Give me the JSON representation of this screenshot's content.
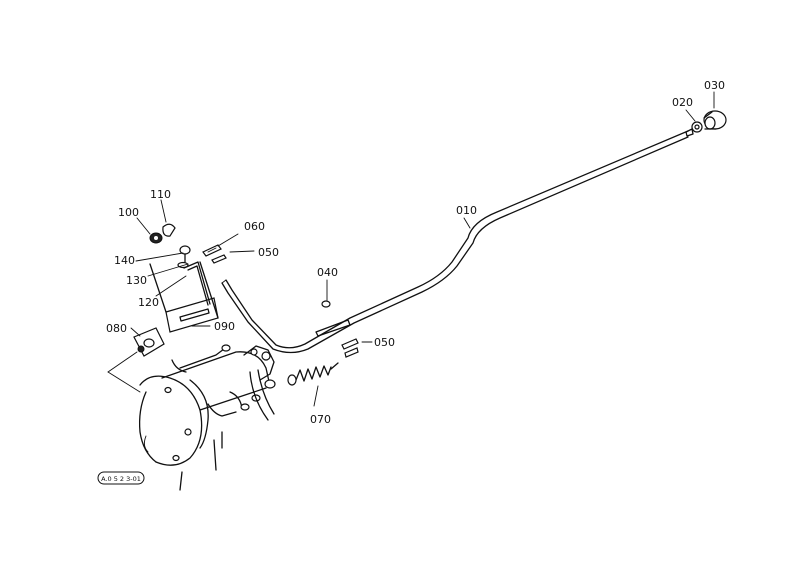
{
  "labels": {
    "p010": "010",
    "p020": "020",
    "p030": "030",
    "p040": "040",
    "p050a": "050",
    "p050b": "050",
    "p060": "060",
    "p070": "070",
    "p080": "080",
    "p090": "090",
    "p100": "100",
    "p110": "110",
    "p120": "120",
    "p130": "130",
    "p140": "140"
  },
  "stamp": "A.0 5 2 3-01"
}
